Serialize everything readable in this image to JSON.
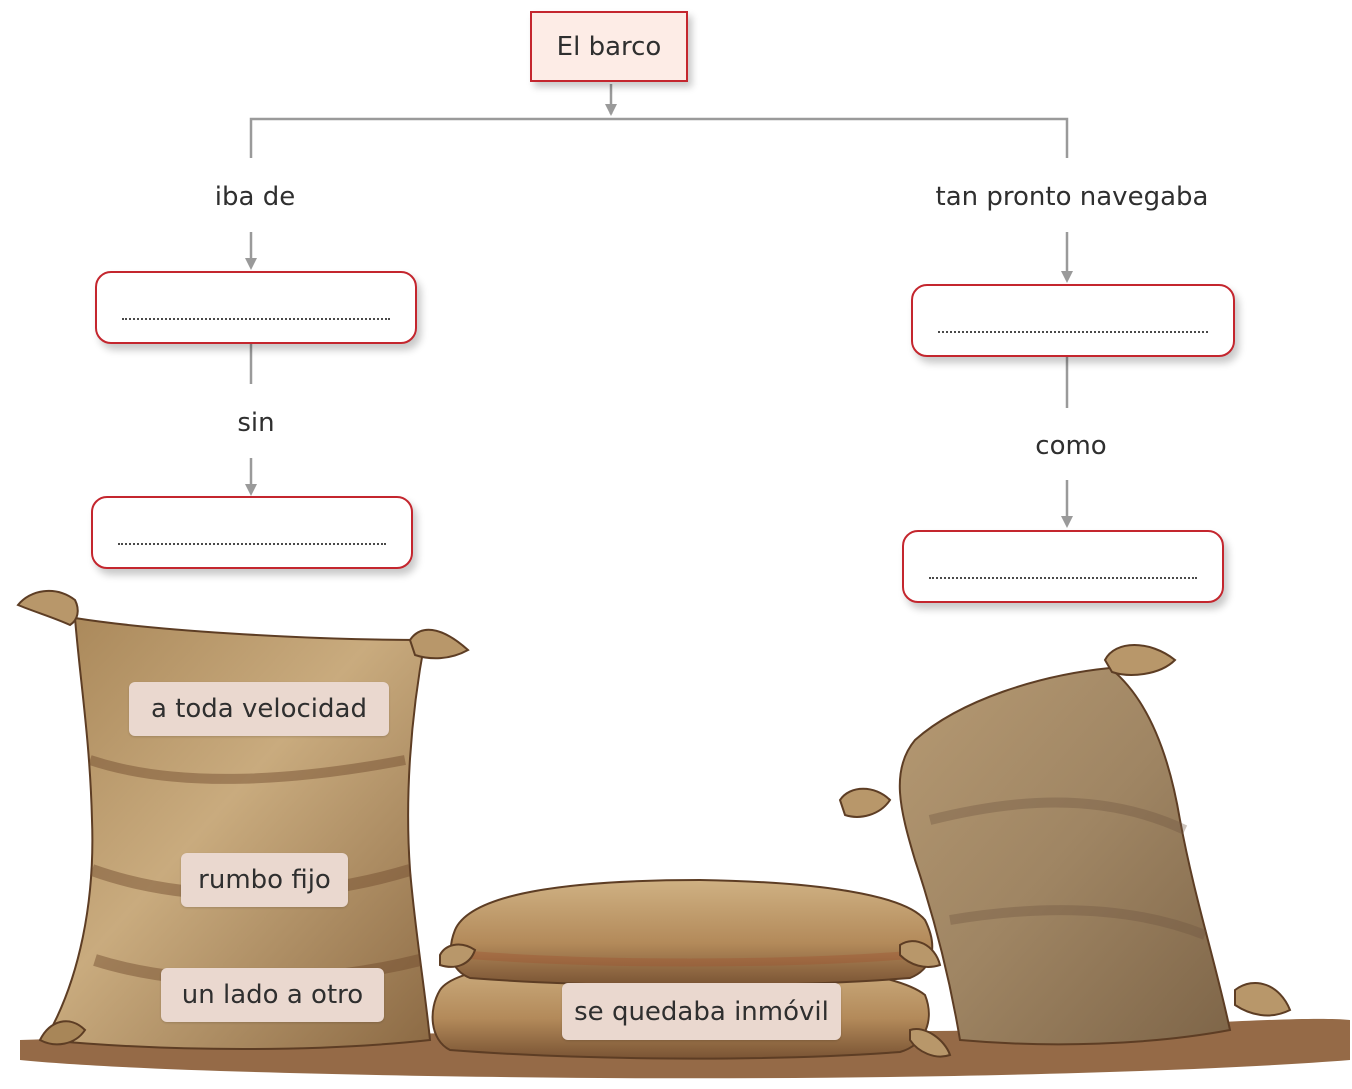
{
  "diagram": {
    "root": "El barco",
    "left_branch": {
      "connector_1": "iba de",
      "connector_2": "sin"
    },
    "right_branch": {
      "connector_1": "tan pronto navegaba",
      "connector_2": "como"
    }
  },
  "word_bank": [
    "a toda velocidad",
    "rumbo fijo",
    "un lado a otro",
    "se quedaba inmóvil"
  ],
  "colors": {
    "box_border": "#c4262e",
    "root_fill": "#fdece6",
    "connector_line": "#9a9a9a",
    "tag_fill": "#ead8cf",
    "sack_light": "#c7a678",
    "sack_dark": "#6e4a2c",
    "ground": "#8a5a33"
  }
}
